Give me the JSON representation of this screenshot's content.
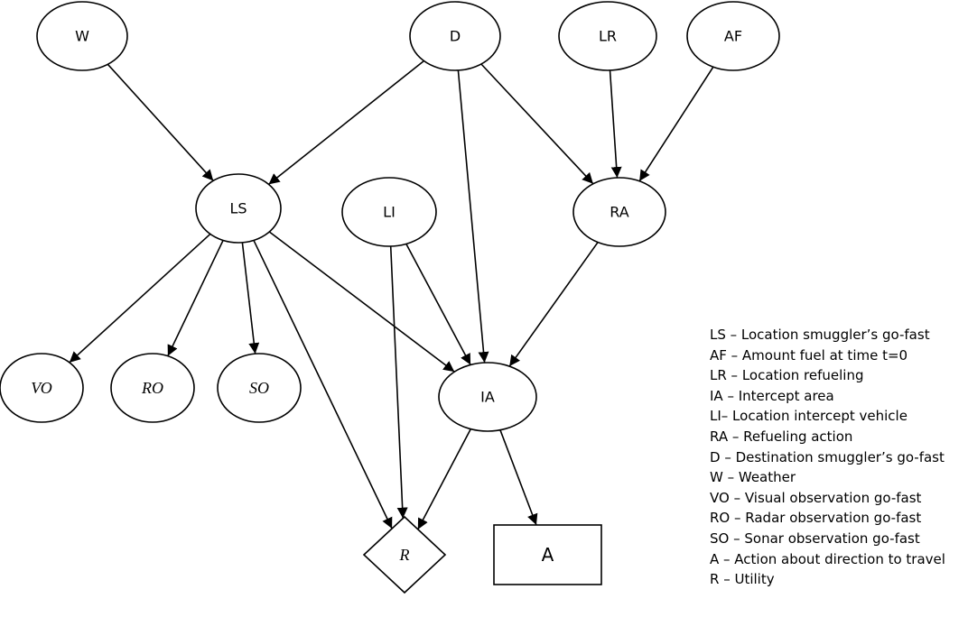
{
  "nodes": [
    {
      "id": "W",
      "label": "W"
    },
    {
      "id": "D",
      "label": "D"
    },
    {
      "id": "LR",
      "label": "LR"
    },
    {
      "id": "AF",
      "label": "AF"
    },
    {
      "id": "LS",
      "label": "LS"
    },
    {
      "id": "LI",
      "label": "LI"
    },
    {
      "id": "RA",
      "label": "RA"
    },
    {
      "id": "VO",
      "label": "VO"
    },
    {
      "id": "RO",
      "label": "RO"
    },
    {
      "id": "SO",
      "label": "SO"
    },
    {
      "id": "IA",
      "label": "IA"
    },
    {
      "id": "R",
      "label": "R"
    },
    {
      "id": "A",
      "label": "A"
    }
  ],
  "edges": [
    {
      "from": "W",
      "to": "LS"
    },
    {
      "from": "D",
      "to": "LS"
    },
    {
      "from": "D",
      "to": "IA"
    },
    {
      "from": "D",
      "to": "RA"
    },
    {
      "from": "LR",
      "to": "RA"
    },
    {
      "from": "AF",
      "to": "RA"
    },
    {
      "from": "LS",
      "to": "VO"
    },
    {
      "from": "LS",
      "to": "RO"
    },
    {
      "from": "LS",
      "to": "SO"
    },
    {
      "from": "LS",
      "to": "IA"
    },
    {
      "from": "LS",
      "to": "R"
    },
    {
      "from": "LI",
      "to": "R"
    },
    {
      "from": "LI",
      "to": "IA"
    },
    {
      "from": "RA",
      "to": "IA"
    },
    {
      "from": "IA",
      "to": "R"
    },
    {
      "from": "IA",
      "to": "A"
    }
  ],
  "legend": [
    "LS – Location smuggler’s go-fast",
    "AF – Amount fuel at time  t=0",
    "LR – Location refueling",
    "IA – Intercept area",
    "LI– Location intercept vehicle",
    "RA – Refueling action",
    "D – Destination smuggler’s go-fast",
    "W – Weather",
    "VO – Visual observation go-fast",
    "RO – Radar observation go-fast",
    "SO – Sonar observation go-fast",
    "A – Action about direction to travel",
    "R – Utility"
  ]
}
